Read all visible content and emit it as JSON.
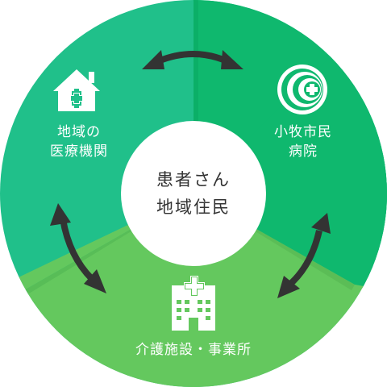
{
  "diagram": {
    "center": {
      "line1": "患者さん",
      "line2": "地域住民"
    },
    "segments": {
      "local_clinic": {
        "line1": "地域の",
        "line2": "医療機関",
        "icon": "house-medical-icon",
        "color": "#20C08A"
      },
      "komaki_hospital": {
        "line1": "小牧市民",
        "line2": "病院",
        "icon": "hospital-logo-icon",
        "color": "#0FB86E"
      },
      "care_facilities": {
        "line1": "介護施設・事業所",
        "icon": "care-building-icon",
        "color": "#64C85E"
      }
    },
    "arrow_color": "#333333"
  }
}
